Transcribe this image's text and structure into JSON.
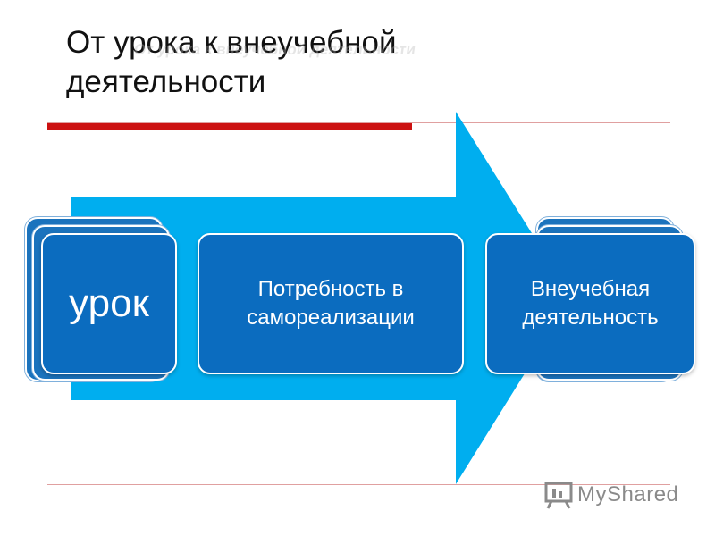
{
  "slide": {
    "title": "От урока к внеучебной деятельности",
    "title_ghost": "От урока к внеучебной деятельности"
  },
  "diagram": {
    "boxes": [
      {
        "label": "урок"
      },
      {
        "label": "Потребность в самореализации"
      },
      {
        "label": "Внеучебная деятельность"
      }
    ]
  },
  "watermark": {
    "text": "MyShared"
  },
  "colors": {
    "arrow": "#00aeef",
    "box": "#0b6cbf",
    "rule": "#cc1111"
  }
}
